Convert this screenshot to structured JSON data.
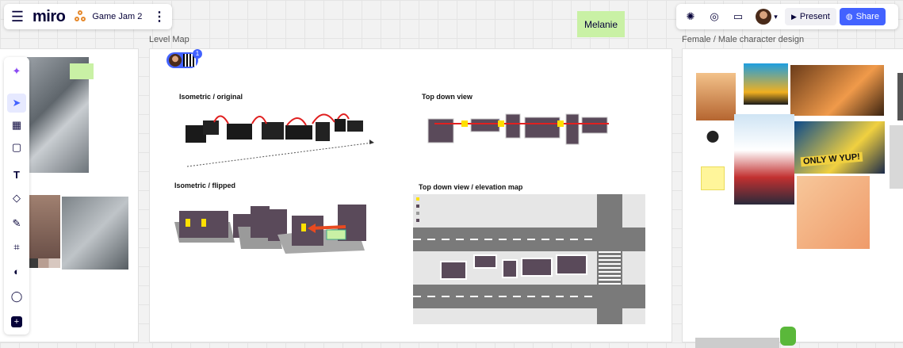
{
  "topbar": {
    "logo": "miro",
    "board_name": "Game Jam 2",
    "present_label": "Present",
    "share_label": "Share"
  },
  "sticky_note": {
    "text": "Melanie"
  },
  "frames": {
    "level_map": "Level Map",
    "character_design": "Female / Male character design"
  },
  "collab_badge": {
    "count": "1"
  },
  "views": {
    "iso_original": "Isometric / original",
    "top_down": "Top down view",
    "iso_flipped": "Isometric / flipped",
    "top_down_elevation": "Top down view / elevation map"
  },
  "poster_text": "ONLY W YUP!",
  "colors": {
    "accent": "#4262ff",
    "sticky": "#c9f1a5",
    "road": "#7a7a7a"
  }
}
